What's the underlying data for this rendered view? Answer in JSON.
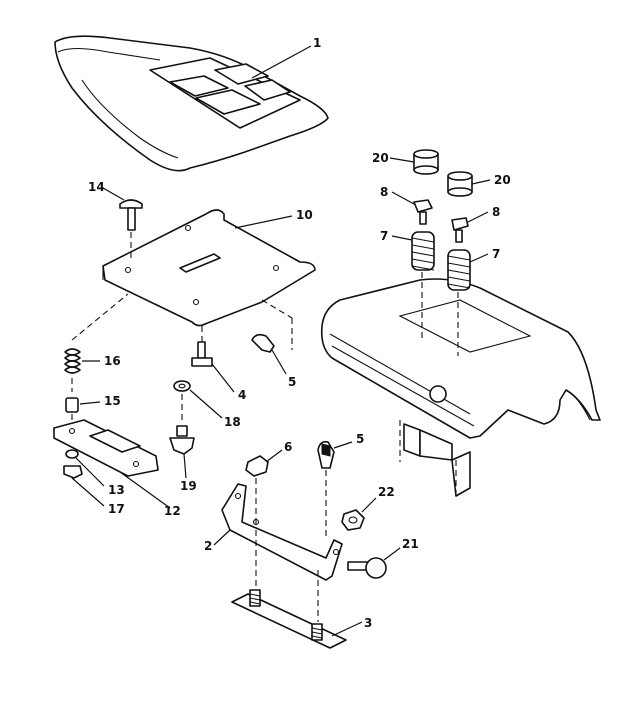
{
  "diagram": {
    "callouts": {
      "c1": "1",
      "c2": "2",
      "c3": "3",
      "c4": "4",
      "c5a": "5",
      "c5b": "5",
      "c6": "6",
      "c7a": "7",
      "c7b": "7",
      "c8a": "8",
      "c8b": "8",
      "c10": "10",
      "c12": "12",
      "c13": "13",
      "c14": "14",
      "c15": "15",
      "c16": "16",
      "c17": "17",
      "c18": "18",
      "c19": "19",
      "c20a": "20",
      "c20b": "20",
      "c21": "21",
      "c22": "22"
    }
  }
}
